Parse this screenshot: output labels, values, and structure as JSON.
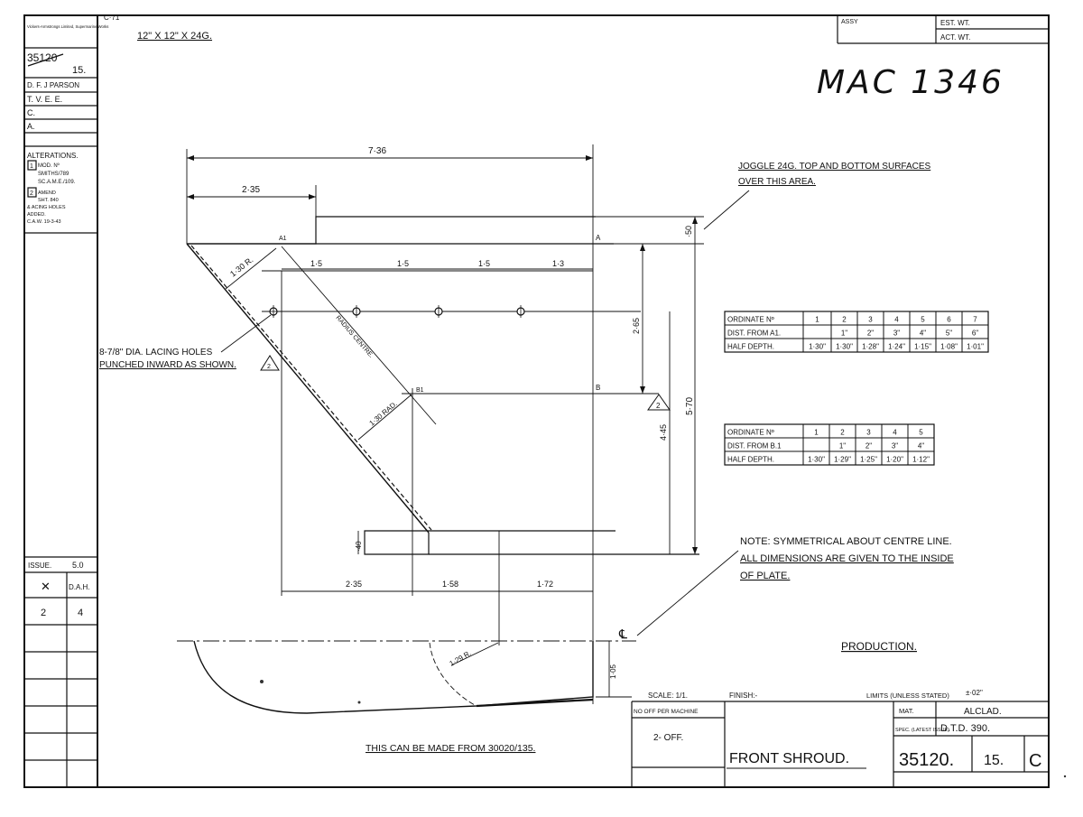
{
  "corner_code": "C·71",
  "left_block": {
    "company": "Vickers-Armstrongs Limited, Supermarine Works",
    "drawing_no": "35120",
    "sheet_no": "15.",
    "drawn_by": "D. F. J PARSON",
    "traced": "T. V. E. E.",
    "checked": "C.",
    "approved": "A.",
    "alterations_title": "ALTERATIONS.",
    "alt1_no": "1",
    "alt1_text": [
      "MOD. Nº",
      "SMITHS/789",
      "SC.A.M.E./109."
    ],
    "alt2_no": "2",
    "alt2_text": [
      "AMEND",
      "SHT. 840",
      "& ACING HOLES",
      "ADDED.",
      "C.A.W. 19-3-43"
    ],
    "issue_label": "ISSUE.",
    "issue_value": "5.0",
    "issue_r1_a": "✕",
    "issue_r1_b": "D.A.H.",
    "issue_r2_a": "2",
    "issue_r2_b": "4"
  },
  "material_note": "12\" X 12\" X 24G.",
  "top_right_block": {
    "assy": "ASSY",
    "est_wt": "EST. WT.",
    "act_wt": "ACT. WT."
  },
  "stamp": "MAC 1346",
  "dims": {
    "overall_width": "7·36",
    "top_width": "2·35",
    "offset_50": "·50",
    "radius_a1": "1·30 R.",
    "pitch1": "1·5",
    "pitch2": "1·5",
    "pitch3": "1·5",
    "pitch4": "1·3",
    "h_265": "2·65",
    "h_445": "4·45",
    "h_570": "5·70",
    "h_40": "·40",
    "radius_b1": "1·30 RAD.",
    "bot1": "2·35",
    "bot2": "1·58",
    "bot3": "1·72",
    "h_105": "1·05",
    "radius_129": "1·29 R."
  },
  "points": {
    "a1": "A1",
    "a": "A",
    "b1": "B1",
    "b": "B",
    "radius_centre": "RADIUS CENTRE."
  },
  "lacing_note": [
    "8-7/8\" DIA. LACING HOLES",
    "PUNCHED INWARD AS SHOWN."
  ],
  "alt_marker": "2",
  "joggle_note": [
    "JOGGLE 24G. TOP AND BOTTOM SURFACES",
    "OVER THIS AREA."
  ],
  "table1": {
    "rows": [
      [
        "ORDINATE Nº",
        "1",
        "2",
        "3",
        "4",
        "5",
        "6",
        "7"
      ],
      [
        "DIST. FROM A1.",
        "",
        "1\"",
        "2\"",
        "3\"",
        "4\"",
        "5\"",
        "6\""
      ],
      [
        "HALF DEPTH.",
        "1·30\"",
        "1·30\"",
        "1·28\"",
        "1·24\"",
        "1·15\"",
        "1·08\"",
        "1·01\""
      ]
    ]
  },
  "table2": {
    "rows": [
      [
        "ORDINATE Nº",
        "1",
        "2",
        "3",
        "4",
        "5"
      ],
      [
        "DIST. FROM B.1",
        "",
        "1\"",
        "2\"",
        "3\"",
        "4\""
      ],
      [
        "HALF DEPTH.",
        "1·30\"",
        "1·29\"",
        "1·25\"",
        "1·20\"",
        "1·12\""
      ]
    ]
  },
  "symmetry_note": [
    "NOTE: SYMMETRICAL ABOUT CENTRE LINE.",
    "ALL DIMENSIONS ARE GIVEN TO THE INSIDE",
    "OF PLATE."
  ],
  "centre_line_symbol": "℄",
  "production": "PRODUCTION.",
  "title_block": {
    "scale": "SCALE: 1/1.",
    "finish": "FINISH:-",
    "limits": "LIMITS (UNLESS STATED)",
    "limits_value": "±·02\"",
    "no_off_label": "NO OFF PER MACHINE",
    "no_off_value": "2- OFF.",
    "title": "FRONT SHROUD.",
    "mat_label": "MAT.",
    "mat_value": "ALCLAD.",
    "spec_label": "SPEC. (LATEST ISSUE)",
    "spec_value": "D.T.D. 390.",
    "drawing_no": "35120.",
    "sheet_no": "15.",
    "revision": "C"
  },
  "made_from_note": "THIS CAN BE MADE FROM 30020/135."
}
